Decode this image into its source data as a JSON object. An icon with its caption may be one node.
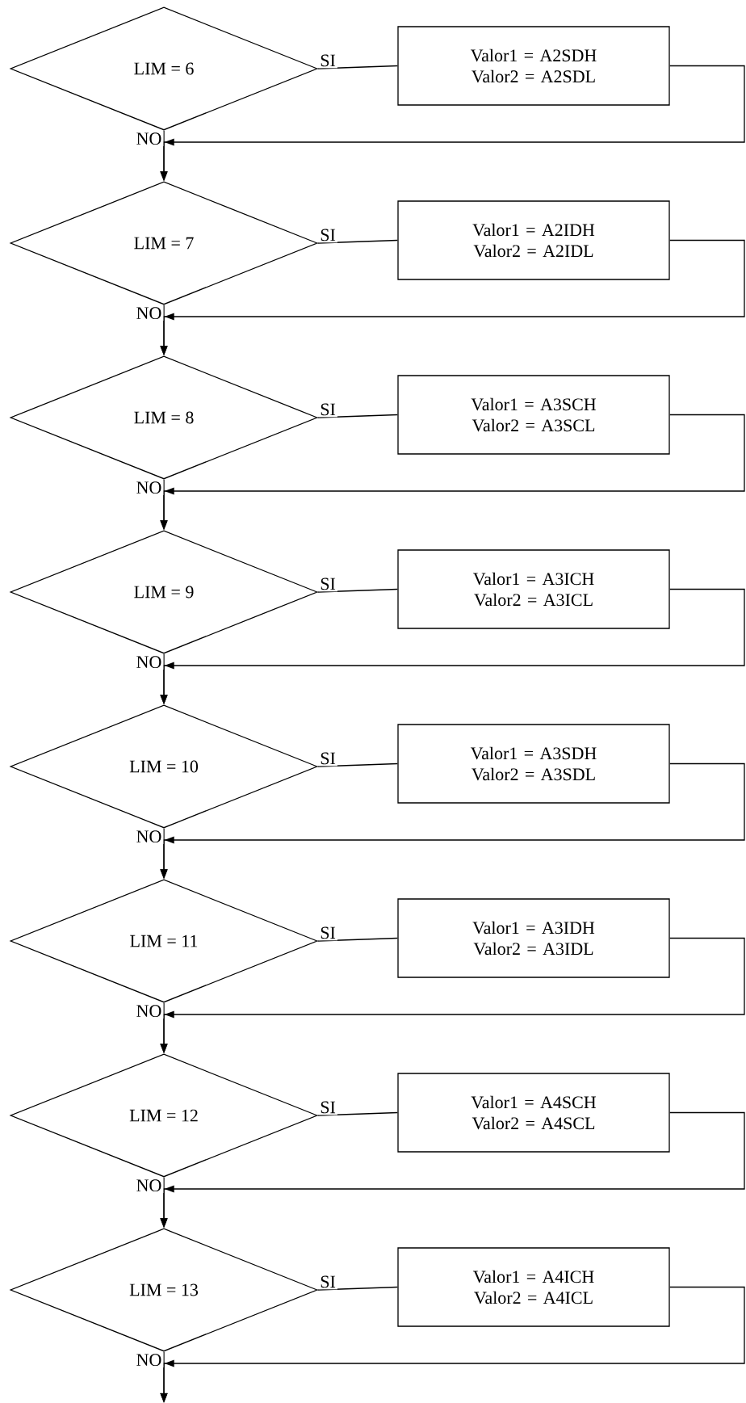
{
  "diagram": {
    "nodes": [
      {
        "text": [
          "LIM = 6"
        ]
      },
      {
        "text": [
          "Valor1 = A2SDH Valor2 = A2SDL"
        ]
      },
      {
        "text": [
          "LIM = 7"
        ]
      },
      {
        "text": [
          "Valor1 = A2IDH Valor2 = A2IDL"
        ]
      },
      {
        "text": [
          "LIM = 8"
        ]
      },
      {
        "text": [
          "Valor1 = A3SCH Valor2 = A3SCL"
        ]
      },
      {
        "text": [
          "LIM = 9"
        ]
      },
      {
        "text": [
          "Valor1 = A3ICH Valor2 = A3ICL"
        ]
      },
      {
        "text": [
          "LIM = 10"
        ]
      },
      {
        "text": [
          "Valor1 = A3SDH Valor2 = A3SDL"
        ]
      },
      {
        "text": [
          "LIM = 11"
        ]
      },
      {
        "text": [
          "Valor1 = A3IDH Valor2 = A3IDL"
        ]
      },
      {
        "text": [
          "LIM = 12"
        ]
      },
      {
        "text": [
          "Valor1 = A4SCH Valor2 = A4SCL"
        ]
      },
      {
        "text": [
          "LIM = 13"
        ]
      },
      {
        "text": [
          "Valor1 = A4ICH Valor2 = A4ICL"
        ]
      }
    ],
    "edges": [
      {
        "from": 0,
        "to": 1,
        "arrow": "none",
        "label": "SI"
      },
      {
        "from": 1,
        "to": 2,
        "arrow": "to"
      },
      {
        "from": 0,
        "to": 2,
        "arrow": "to",
        "label": "NO"
      },
      {
        "from": 2,
        "to": 3,
        "arrow": "none",
        "label": "SI"
      },
      {
        "from": 3,
        "to": 4,
        "arrow": "to"
      },
      {
        "from": 2,
        "to": 4,
        "arrow": "to",
        "label": "NO"
      },
      {
        "from": 4,
        "to": 5,
        "arrow": "none",
        "label": "SI"
      },
      {
        "from": 5,
        "to": 6,
        "arrow": "to"
      },
      {
        "from": 4,
        "to": 6,
        "arrow": "to",
        "label": "NO"
      },
      {
        "from": 6,
        "to": 7,
        "arrow": "none",
        "label": "SI"
      },
      {
        "from": 7,
        "to": 8,
        "arrow": "to"
      },
      {
        "from": 6,
        "to": 8,
        "arrow": "to",
        "label": "NO"
      },
      {
        "from": 8,
        "to": 9,
        "arrow": "none",
        "label": "SI"
      },
      {
        "from": 9,
        "to": 10,
        "arrow": "to"
      },
      {
        "from": 8,
        "to": 10,
        "arrow": "to",
        "label": "NO"
      },
      {
        "from": 10,
        "to": 11,
        "arrow": "none",
        "label": "SI"
      },
      {
        "from": 11,
        "to": 12,
        "arrow": "to"
      },
      {
        "from": 10,
        "to": 12,
        "arrow": "to",
        "label": "NO"
      },
      {
        "from": 12,
        "to": 13,
        "arrow": "none",
        "label": "SI"
      },
      {
        "from": 13,
        "to": 14,
        "arrow": "to"
      },
      {
        "from": 12,
        "to": 14,
        "arrow": "to",
        "label": "NO"
      },
      {
        "from": 14,
        "to": 15,
        "arrow": "none",
        "label": "SI"
      },
      {
        "from": 15,
        "to": null,
        "arrow": "to"
      },
      {
        "from": 14,
        "to": null,
        "arrow": "to",
        "label": "NO"
      }
    ]
  }
}
